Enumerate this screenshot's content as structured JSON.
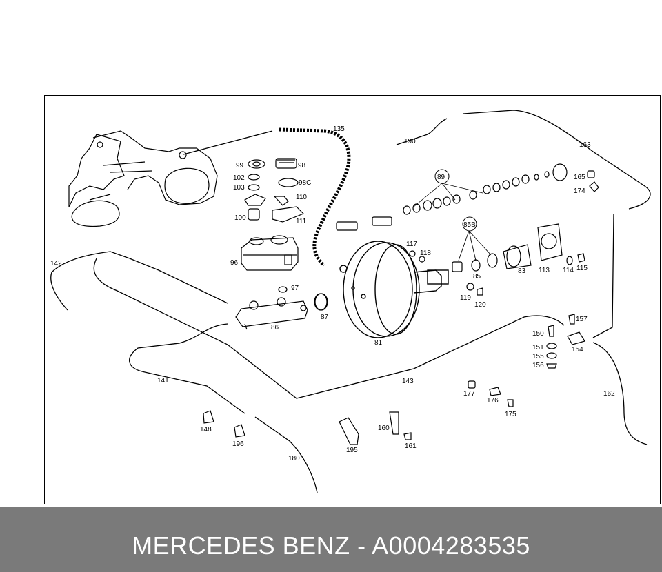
{
  "caption": "MERCEDES BENZ - A0004283535",
  "callouts": [
    "135",
    "190",
    "163",
    "99",
    "98",
    "102",
    "103",
    "98C",
    "110",
    "100",
    "111",
    "89",
    "165",
    "174",
    "85B",
    "117",
    "118",
    "96",
    "142",
    "97",
    "87",
    "86",
    "81",
    "113",
    "114",
    "115",
    "85",
    "83",
    "119",
    "120",
    "157",
    "150",
    "151",
    "155",
    "156",
    "154",
    "141",
    "143",
    "177",
    "176",
    "175",
    "162",
    "148",
    "196",
    "160",
    "161",
    "195",
    "180"
  ]
}
